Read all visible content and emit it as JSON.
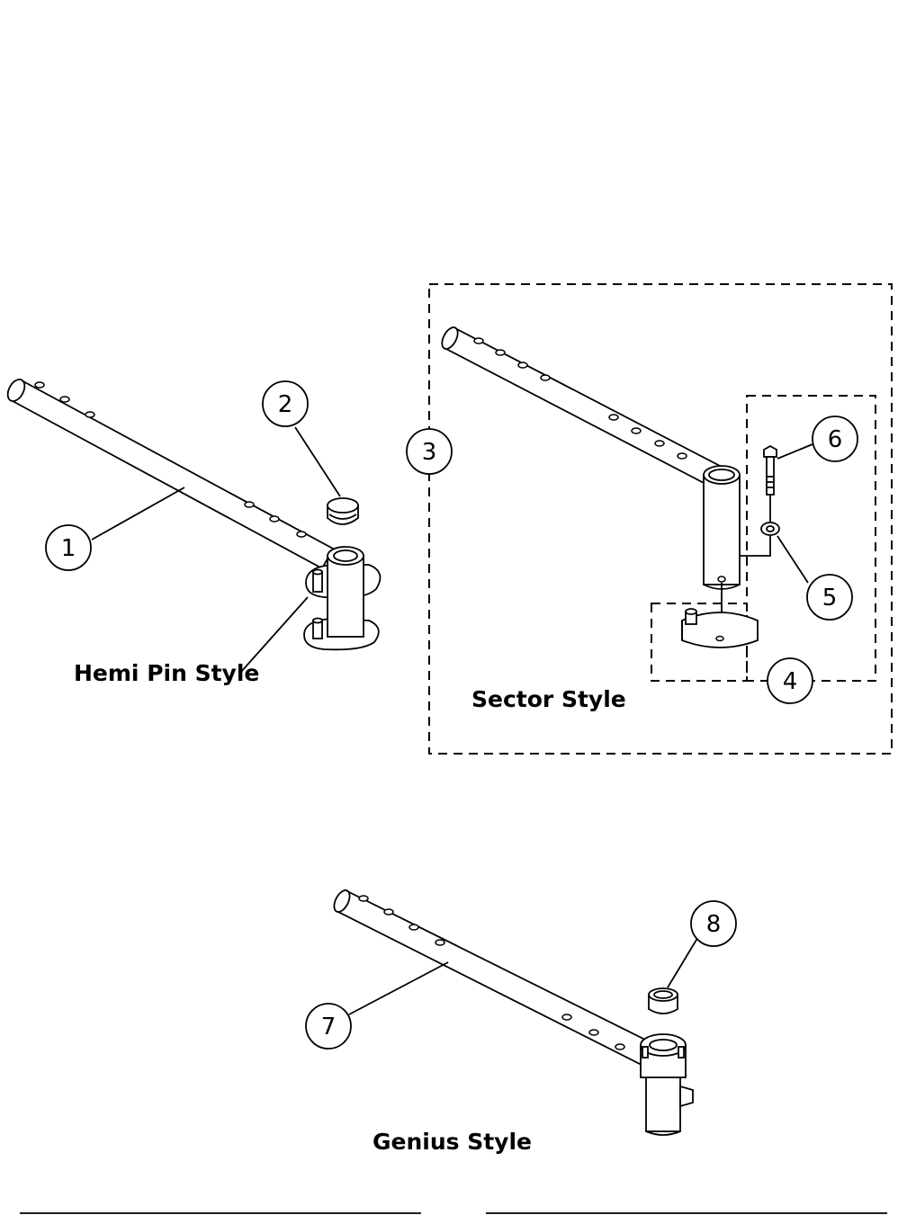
{
  "callouts": {
    "c1": "1",
    "c2": "2",
    "c3": "3",
    "c4": "4",
    "c5": "5",
    "c6": "6",
    "c7": "7",
    "c8": "8"
  },
  "labels": {
    "hemi_pin": "Hemi Pin Style",
    "sector": "Sector Style",
    "genius": "Genius Style"
  }
}
